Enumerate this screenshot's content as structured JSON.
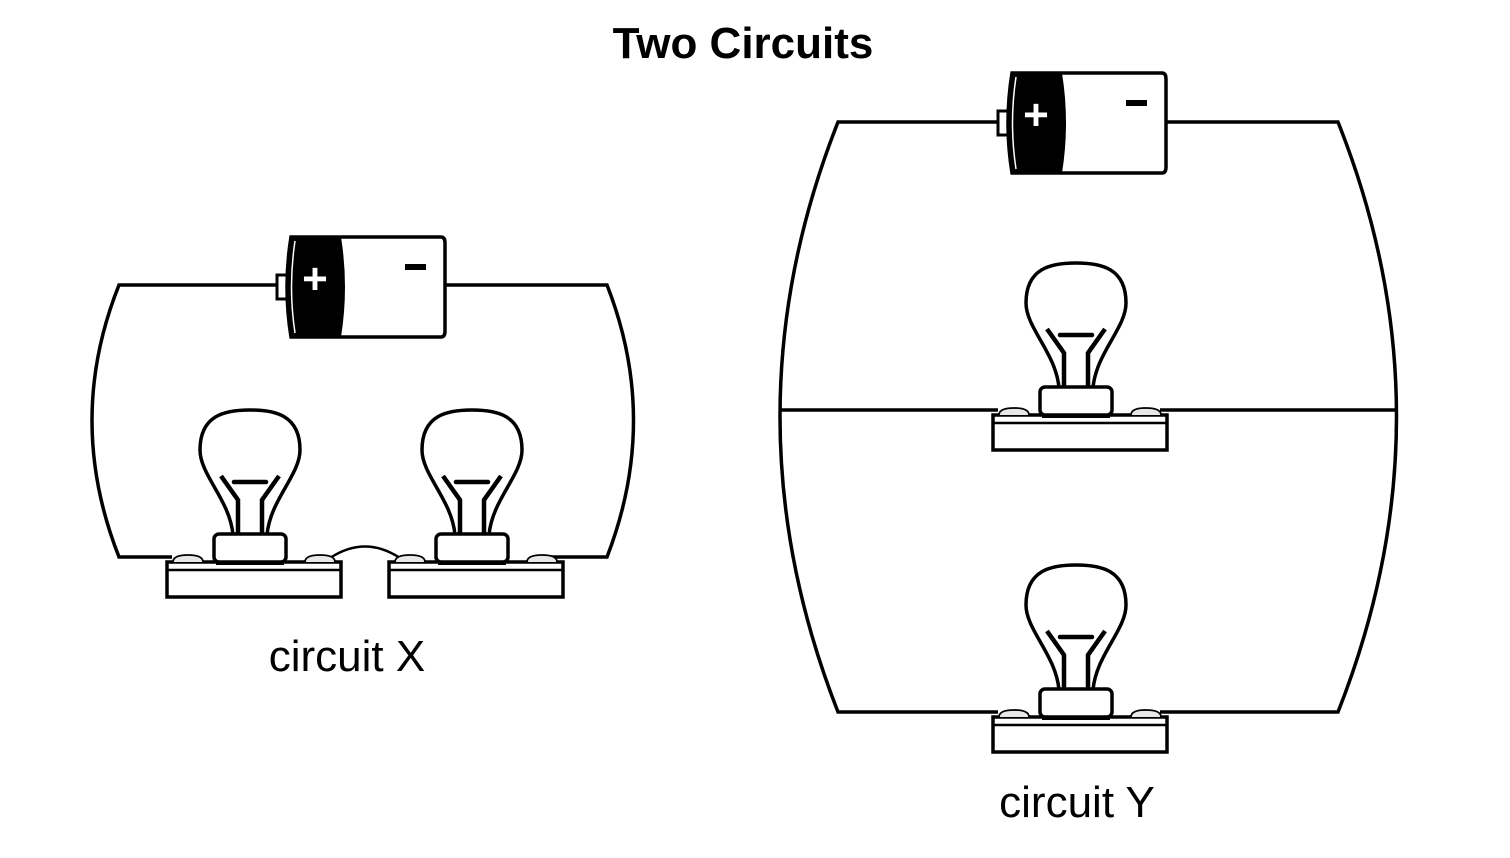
{
  "title": "Two Circuits",
  "colors": {
    "ink": "#000000",
    "paper": "#ffffff"
  },
  "circuits": [
    {
      "id": "x",
      "label": "circuit X",
      "arrangement": "series",
      "bulb_count": 2,
      "battery": {
        "positive_symbol": "+",
        "negative_symbol": "-"
      }
    },
    {
      "id": "y",
      "label": "circuit Y",
      "arrangement": "parallel",
      "bulb_count": 2,
      "battery": {
        "positive_symbol": "+",
        "negative_symbol": "-"
      }
    }
  ]
}
